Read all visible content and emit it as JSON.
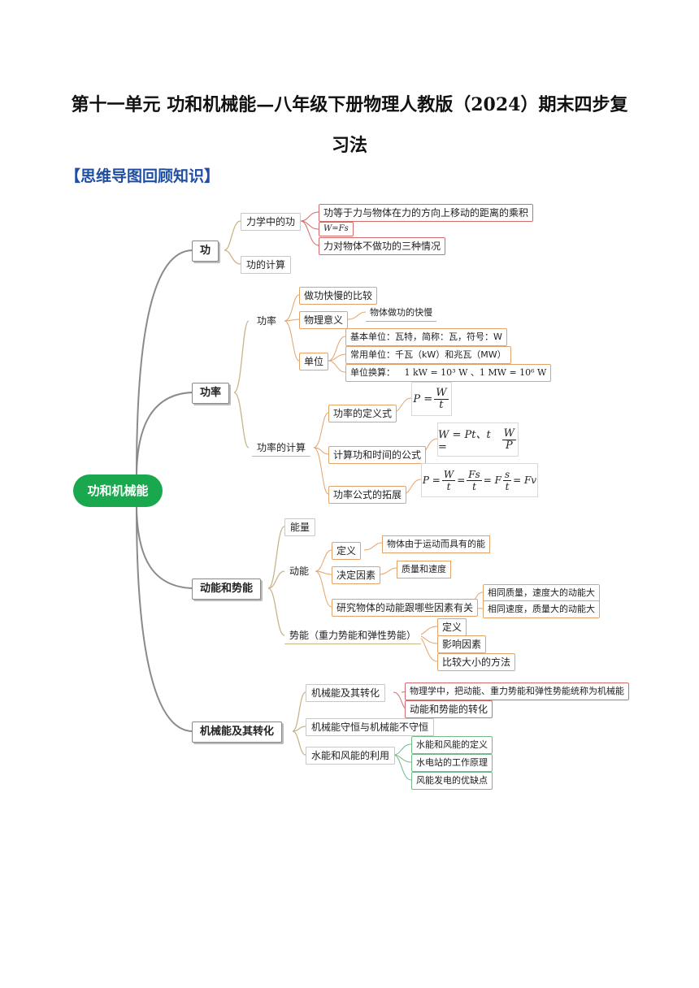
{
  "doc": {
    "title_line1": "第十一单元  功和机械能—八年级下册物理人教版（2024）期末四步复",
    "title_line2": "习法",
    "section_heading": "【思维导图回顾知识】"
  },
  "mindmap": {
    "root": "功和机械能",
    "work": {
      "label": "功",
      "in_mechanics": "力学中的功",
      "definition": "功等于力与物体在力的方向上移动的距离的乘积",
      "formula": "W=Fs",
      "no_work": "力对物体不做功的三种情况",
      "calc": "功的计算"
    },
    "power": {
      "label": "功率",
      "concept": "功率",
      "compare": "做功快慢的比较",
      "meaning": "物理意义",
      "meaning_desc": "物体做功的快慢",
      "unit": "单位",
      "unit_basic": "基本单位：瓦特，简称：瓦，符号：W",
      "unit_common": "常用单位：千瓦（kW）和兆瓦（MW）",
      "unit_convert": "单位换算：",
      "unit_convert_value": "1 kW = 10³ W  、1 MW = 10⁶ W",
      "calc": "功率的计算",
      "def_formula": "功率的定义式",
      "calc_time": "计算功和时间的公式",
      "extend": "功率公式的拓展"
    },
    "energy": {
      "label": "动能和势能",
      "energy": "能量",
      "kinetic": "动能",
      "definition": "定义",
      "definition_desc": "物体由于运动而具有的能",
      "factors": "决定因素",
      "factors_desc": "质量和速度",
      "research": "研究物体的动能跟哪些因素有关",
      "research_a": "相同质量，速度大的动能大",
      "research_b": "相同速度，质量大的动能大",
      "potential": "势能（重力势能和弹性势能）",
      "pot_def": "定义",
      "pot_factors": "影响因素",
      "pot_compare": "比较大小的方法"
    },
    "mech": {
      "label": "机械能及其转化",
      "conversion": "机械能及其转化",
      "conversion_def": "物理学中，把动能、重力势能和弹性势能统称为机械能",
      "conversion_ke_pe": "动能和势能的转化",
      "conservation": "机械能守恒与机械能不守恒",
      "water_wind": "水能和风能的利用",
      "ww_def": "水能和风能的定义",
      "hydro": "水电站的工作原理",
      "wind_pros": "风能发电的优缺点"
    }
  }
}
